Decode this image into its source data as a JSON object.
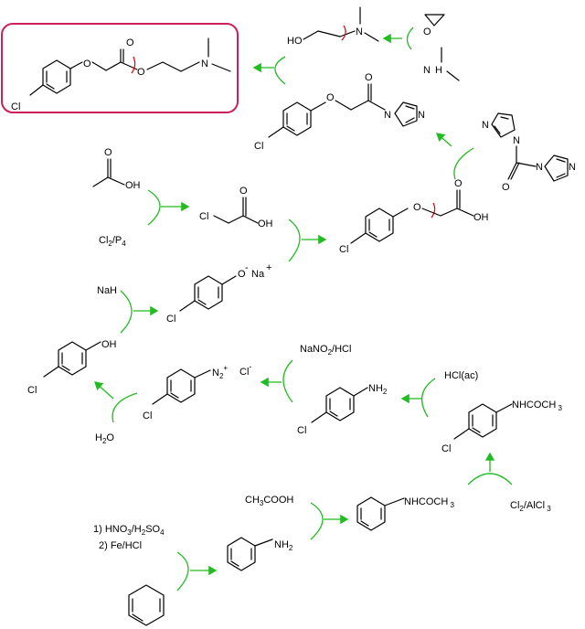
{
  "labels": {
    "cl": "Cl",
    "o": "O",
    "n": "N",
    "ho": "HO",
    "oh": "OH",
    "na_plus": "Na",
    "plus": "+",
    "minus": "-",
    "nh2": "NH",
    "sub2": "2",
    "nhcoch3": "NHCOCH",
    "sub3": "3",
    "cl_minus": "Cl",
    "h2o": "H2O",
    "nah": "NaH",
    "cl2p4": "Cl2/P4",
    "nano2hcl": "NaNO2/HCl",
    "hclac": "HCl(ac)",
    "cl2alcl3": "Cl2/AlCl3",
    "ch3cooh": "CH3COOH",
    "step1": "1) HNO3/H2SO4",
    "step2": "2) Fe/HCl"
  },
  "colors": {
    "arrow": "#22bb22",
    "target_box": "#cc1f5c",
    "cut_mark": "#dd0000",
    "bond": "#000000"
  }
}
